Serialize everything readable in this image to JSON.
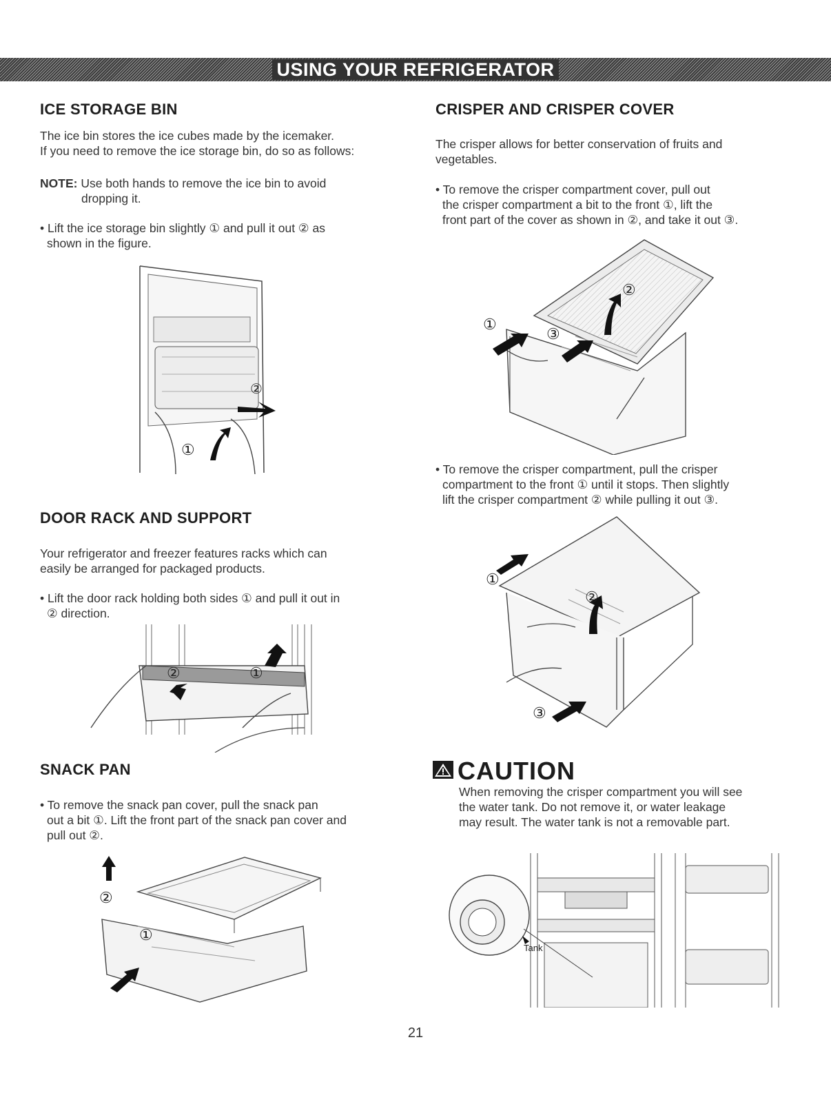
{
  "banner": {
    "title": "USING YOUR REFRIGERATOR"
  },
  "ice_bin": {
    "heading": "ICE STORAGE BIN",
    "intro_1": "The ice bin stores the ice cubes made by the icemaker.",
    "intro_2": "If you need to remove the ice storage bin, do so as follows:",
    "note_label": "NOTE:",
    "note_text_1": "Use both hands to remove the ice bin to avoid",
    "note_text_2": "dropping it.",
    "step_1": "• Lift the ice storage bin slightly ① and pull it out ② as",
    "step_2": "shown in the figure.",
    "fig_labels": [
      "②",
      "①"
    ]
  },
  "door_rack": {
    "heading": "DOOR RACK AND SUPPORT",
    "intro_1": "Your refrigerator and freezer features racks which can",
    "intro_2": "easily be arranged for packaged products.",
    "step_1": "• Lift the door rack holding both sides ① and pull it out in",
    "step_2": "② direction.",
    "fig_labels": [
      "②",
      "①"
    ]
  },
  "snack_pan": {
    "heading": "SNACK PAN",
    "step_1": "• To remove the snack pan cover, pull the snack pan",
    "step_2": "out a bit ①. Lift the front part of the snack pan cover and",
    "step_3": "pull out ②.",
    "fig_labels": [
      "②",
      "①"
    ]
  },
  "crisper": {
    "heading": "CRISPER AND CRISPER COVER",
    "intro_1": "The crisper allows for better conservation of fruits and",
    "intro_2": "vegetables.",
    "cover_1": "• To remove the crisper compartment cover, pull out",
    "cover_2": "the crisper compartment a bit to the front ①, lift the",
    "cover_3": "front part of the cover as shown in ②, and take it out ③.",
    "fig1_labels": [
      "①",
      "②",
      "③"
    ],
    "comp_1": "• To remove the crisper compartment, pull the crisper",
    "comp_2": "compartment to the front ① until it stops. Then slightly",
    "comp_3": "lift the crisper compartment ② while pulling it out ③.",
    "fig2_labels": [
      "①",
      "②",
      "③"
    ]
  },
  "caution": {
    "title": "CAUTION",
    "text_1": "When removing the crisper compartment you will see",
    "text_2": "the water tank. Do not remove it, or water leakage",
    "text_3": "may result. The water tank is not a removable part.",
    "fig_label": "Tank"
  },
  "page": {
    "number": "21"
  }
}
